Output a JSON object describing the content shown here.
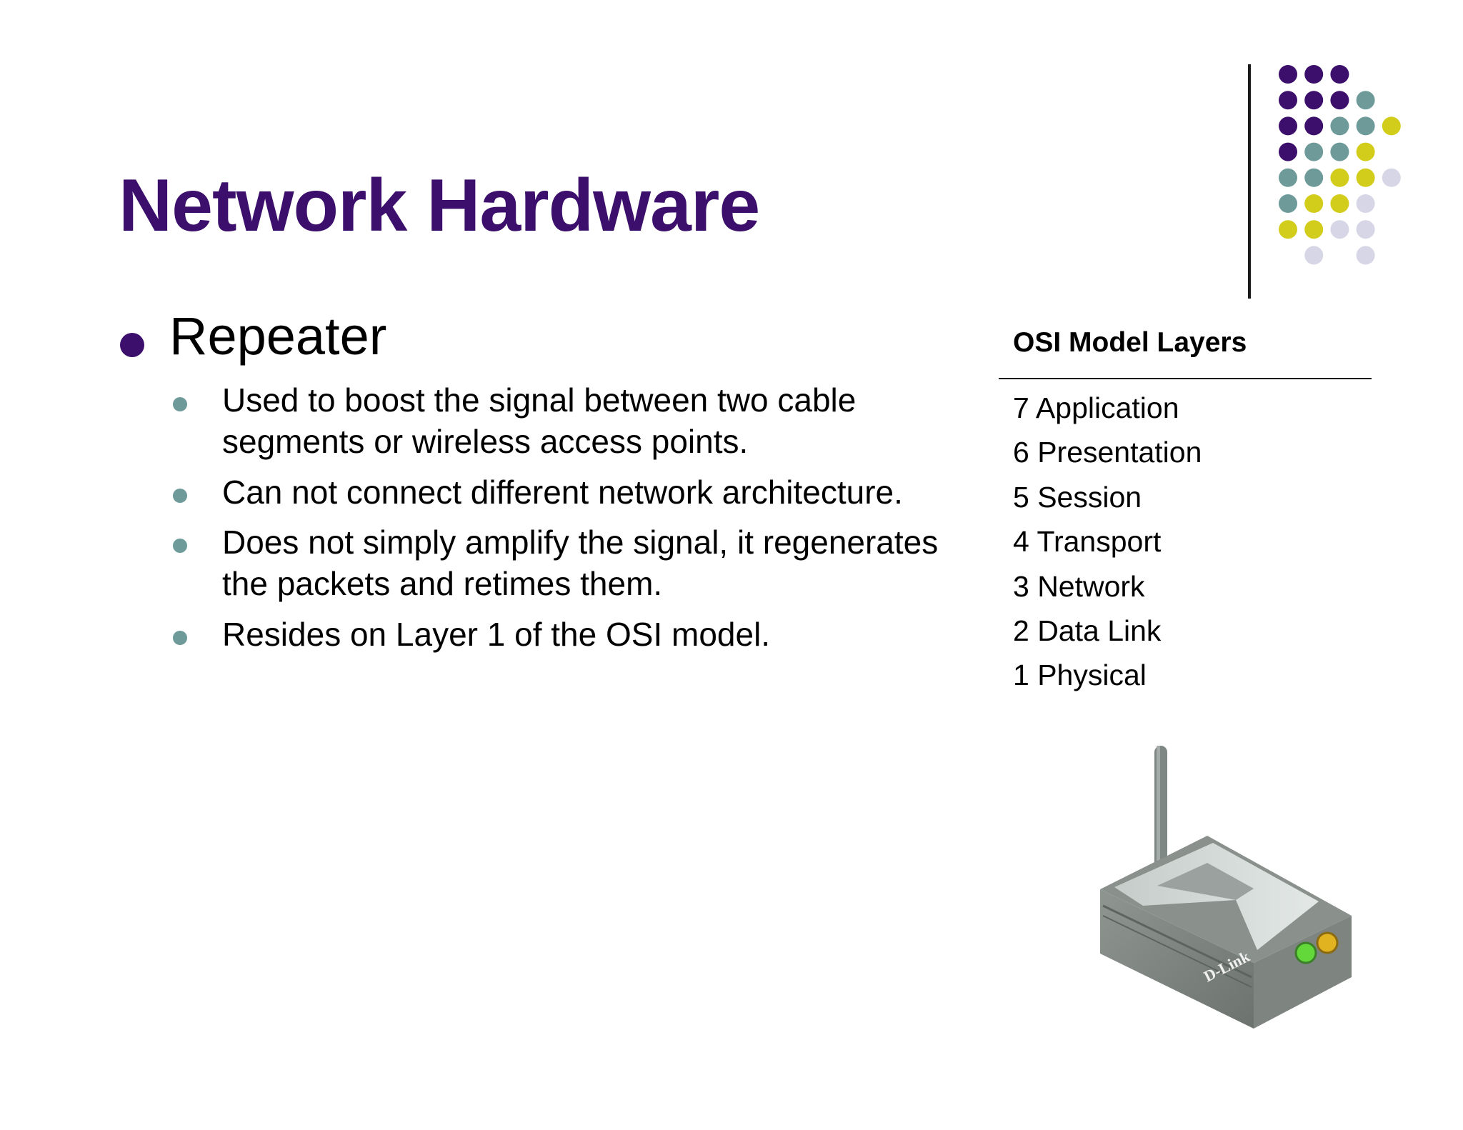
{
  "slide": {
    "title": "Network Hardware",
    "main_item": "Repeater",
    "sub_items": [
      "Used to boost the signal between two cable segments or wireless access points.",
      "Can not connect different network architecture.",
      "Does not simply amplify the signal, it regenerates the packets and retimes them.",
      "Resides on Layer 1 of the OSI model."
    ]
  },
  "osi": {
    "title": "OSI Model Layers",
    "layers": [
      "7 Application",
      "6 Presentation",
      "5 Session",
      "4 Transport",
      "3 Network",
      "2 Data Link",
      "1 Physical"
    ]
  },
  "device": {
    "icon": "wireless-repeater-icon",
    "brand": "D-Link"
  },
  "colors": {
    "title": "#3b0f6b",
    "dot_purple": "#3b0f6b",
    "dot_teal": "#6e9b9a",
    "dot_yellow": "#d2cc1a",
    "dot_lavender": "#d6d6e6"
  }
}
